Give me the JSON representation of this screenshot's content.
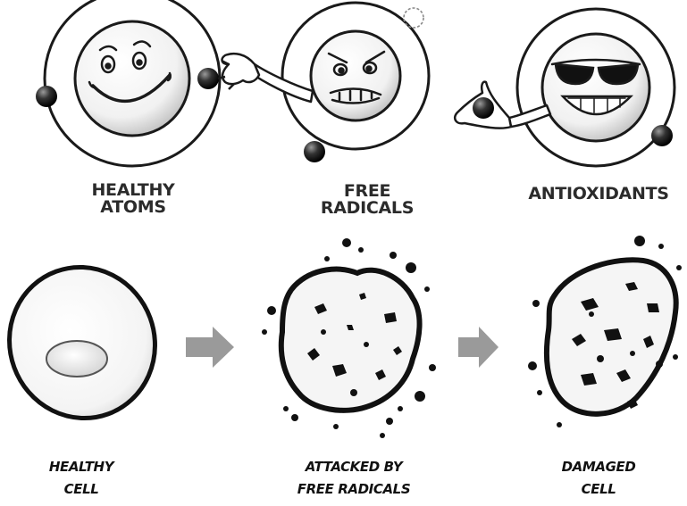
{
  "atoms": {
    "healthy": [
      "HEALTHY",
      "ATOMS"
    ],
    "free_radicals": [
      "FREE",
      "RADICALS"
    ],
    "antioxidants": [
      "ANTIOXIDANTS"
    ]
  },
  "cells": {
    "healthy": [
      "HEALTHY",
      "CELL"
    ],
    "attacked": [
      "ATTACKED BY",
      "FREE RADICALS"
    ],
    "damaged": [
      "DAMAGED",
      "CELL"
    ]
  },
  "colors": {
    "ink": "#1a1a1a",
    "arrow": "#9a9a9a",
    "electron": "#2a2a2a",
    "label": "#2b2b2b"
  }
}
